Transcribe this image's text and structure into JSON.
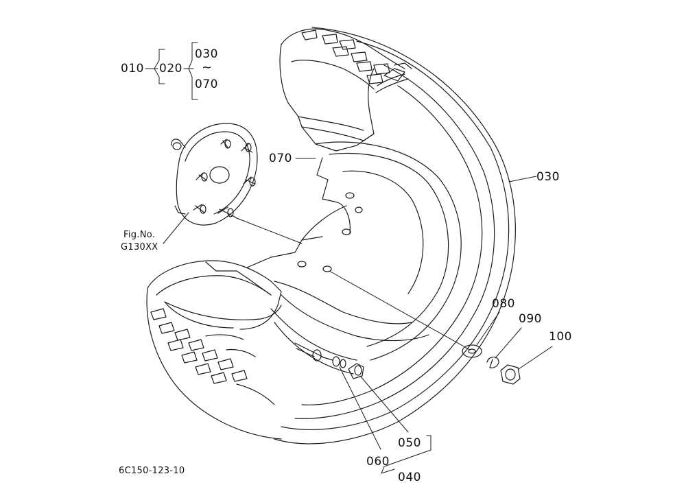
{
  "diagram": {
    "figure_code": "6C150-123-10",
    "fig_ref": {
      "line1": "Fig.No.",
      "line2": "G130XX"
    },
    "parts": {
      "p010": "010",
      "p020": "020",
      "p030_top": "030",
      "tilde": "~",
      "p070_top": "070",
      "p070": "070",
      "p030": "030",
      "p080": "080",
      "p090": "090",
      "p100": "100",
      "p050": "050",
      "p060": "060",
      "p040": "040"
    },
    "colors": {
      "line": "#1a1a1a",
      "background": "#ffffff"
    }
  }
}
